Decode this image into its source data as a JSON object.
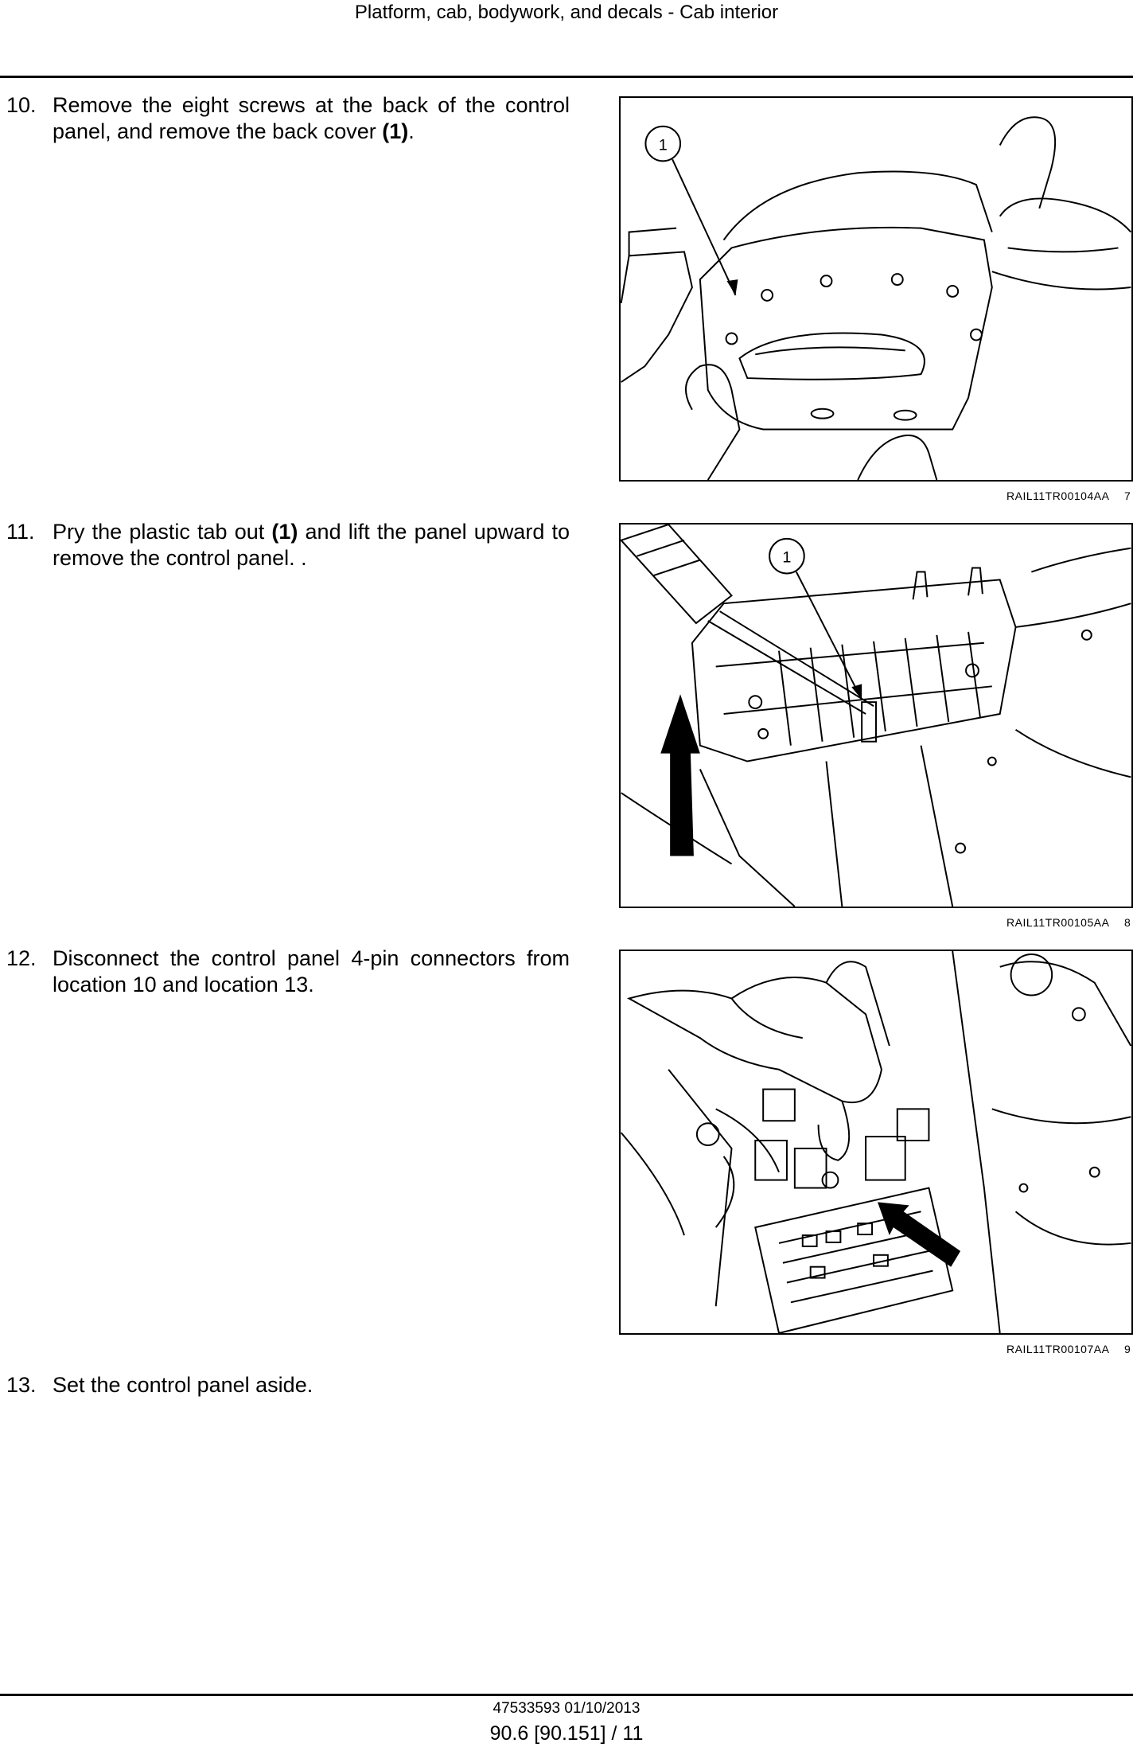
{
  "header": {
    "title": "Platform, cab, bodywork, and decals - Cab interior"
  },
  "steps": [
    {
      "number": "10.",
      "text_before": "Remove the eight screws at the back of the control panel, and remove the back cover ",
      "bold": "(1)",
      "text_after": "."
    },
    {
      "number": "11.",
      "text_before": "Pry the plastic tab out ",
      "bold": "(1)",
      "text_after": " and lift the panel upward to remove the control panel. ."
    },
    {
      "number": "12.",
      "text_before": "Disconnect the control panel 4-pin connectors from location 10 and location 13.",
      "bold": "",
      "text_after": ""
    },
    {
      "number": "13.",
      "text_before": "Set the control panel aside.",
      "bold": "",
      "text_after": ""
    }
  ],
  "figures": [
    {
      "callout": "1",
      "reference": "RAIL11TR00104AA",
      "number": "7"
    },
    {
      "callout": "1",
      "reference": "RAIL11TR00105AA",
      "number": "8"
    },
    {
      "reference": "RAIL11TR00107AA",
      "number": "9"
    }
  ],
  "footer": {
    "doc_id": "47533593 01/10/2013",
    "page": "90.6 [90.151] / 11"
  }
}
